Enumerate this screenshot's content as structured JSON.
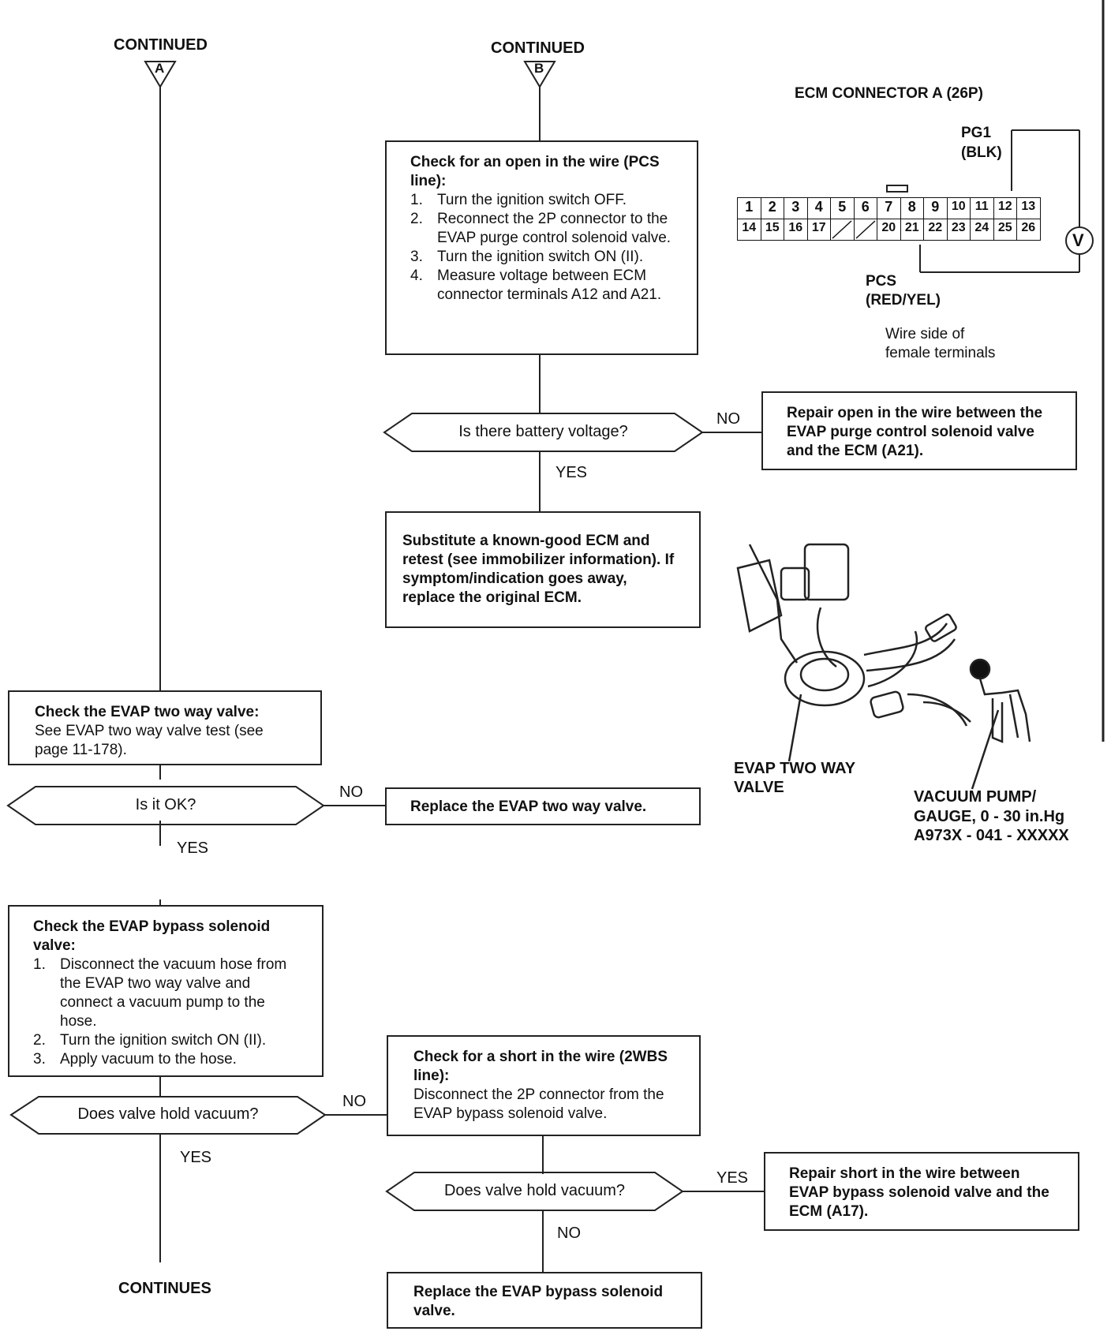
{
  "continued_a": "CONTINUED",
  "continued_b": "CONTINUED",
  "marker_a": "A",
  "marker_b": "B",
  "continues": "CONTINUES",
  "box_open_pcs": {
    "title": "Check for an open in the wire (PCS line):",
    "steps": [
      {
        "num": "1.",
        "text": "Turn the ignition switch OFF."
      },
      {
        "num": "2.",
        "text": "Reconnect the 2P connector to the EVAP purge control solenoid valve."
      },
      {
        "num": "3.",
        "text": "Turn the ignition switch ON (II)."
      },
      {
        "num": "4.",
        "text": "Measure voltage between ECM connector terminals A12 and A21."
      }
    ]
  },
  "decision_battery": "Is there battery voltage?",
  "repair_open": "Repair open in the wire between the EVAP purge control solenoid valve and the ECM (A21).",
  "substitute_ecm": "Substitute a known-good ECM and retest (see immobilizer information). If symptom/indication goes away, replace the original ECM.",
  "check_two_way": {
    "title": "Check the EVAP two way valve:",
    "text": "See EVAP two way valve test (see page 11-178)."
  },
  "decision_ok": "Is it OK?",
  "replace_two_way": "Replace the EVAP two way valve.",
  "check_bypass": {
    "title": "Check the EVAP bypass solenoid valve:",
    "steps": [
      {
        "num": "1.",
        "text": "Disconnect the vacuum hose from the EVAP two way valve and connect a vacuum pump to the hose."
      },
      {
        "num": "2.",
        "text": "Turn the ignition switch ON (II)."
      },
      {
        "num": "3.",
        "text": "Apply vacuum to the hose."
      }
    ]
  },
  "decision_hold_1": "Does valve hold vacuum?",
  "check_short": {
    "title": "Check for a short in the wire (2WBS line):",
    "text": "Disconnect the 2P connector from the EVAP bypass solenoid valve."
  },
  "decision_hold_2": "Does valve hold vacuum?",
  "repair_short": "Repair short in the wire between EVAP bypass solenoid valve and the ECM (A17).",
  "replace_bypass": "Replace the EVAP bypass solenoid valve.",
  "answers": {
    "no": "NO",
    "yes": "YES"
  },
  "ecm": {
    "title": "ECM CONNECTOR A (26P)",
    "pg1": "PG1",
    "pg1_color": "(BLK)",
    "pcs": "PCS",
    "pcs_color": "(RED/YEL)",
    "voltmeter": "V",
    "wire_side": "Wire side of female terminals",
    "row1": [
      "1",
      "2",
      "3",
      "4",
      "5",
      "6",
      "7",
      "8",
      "9",
      "10",
      "11",
      "12",
      "13"
    ],
    "row2": [
      "14",
      "15",
      "16",
      "17",
      "",
      "",
      "20",
      "21",
      "22",
      "23",
      "24",
      "25",
      "26"
    ]
  },
  "illustration": {
    "two_way_valve": "EVAP TWO WAY VALVE",
    "vacuum_pump": "VACUUM PUMP/ GAUGE, 0 - 30 in.Hg A973X - 041 - XXXXX"
  }
}
